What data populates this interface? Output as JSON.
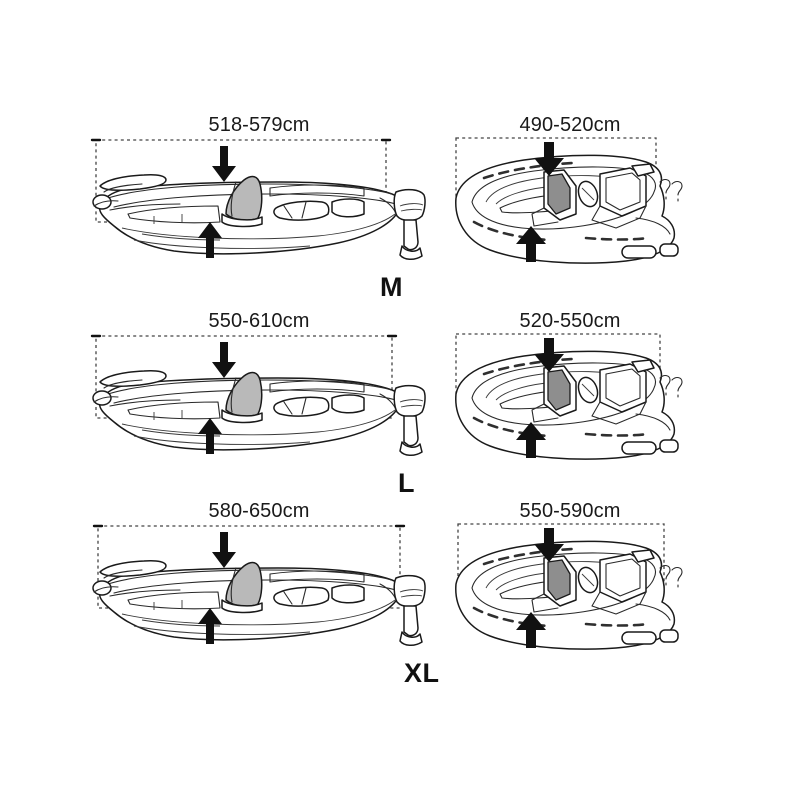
{
  "diagram": {
    "title": "boat-cover-size-chart",
    "background_color": "#ffffff",
    "line_color": "#1a1a1a",
    "accent_grey": "#b9b9b9",
    "arrow_color": "#111111"
  },
  "rows": [
    {
      "size": "M",
      "side_view": {
        "dimension": "518-579cm",
        "view_name": "boat-side-view",
        "down_arrow": "down-arrow-icon",
        "up_arrow": "up-arrow-icon"
      },
      "top_view": {
        "dimension": "490-520cm",
        "view_name": "boat-top-view",
        "down_arrow": "down-arrow-icon",
        "up_arrow": "up-arrow-icon",
        "stern_marks": "??"
      }
    },
    {
      "size": "L",
      "side_view": {
        "dimension": "550-610cm",
        "view_name": "boat-side-view",
        "down_arrow": "down-arrow-icon",
        "up_arrow": "up-arrow-icon"
      },
      "top_view": {
        "dimension": "520-550cm",
        "view_name": "boat-top-view",
        "down_arrow": "down-arrow-icon",
        "up_arrow": "up-arrow-icon",
        "stern_marks": "??"
      }
    },
    {
      "size": "XL",
      "side_view": {
        "dimension": "580-650cm",
        "view_name": "boat-side-view",
        "down_arrow": "down-arrow-icon",
        "up_arrow": "up-arrow-icon"
      },
      "top_view": {
        "dimension": "550-590cm",
        "view_name": "boat-top-view",
        "down_arrow": "down-arrow-icon",
        "up_arrow": "up-arrow-icon",
        "stern_marks": "??"
      }
    }
  ]
}
